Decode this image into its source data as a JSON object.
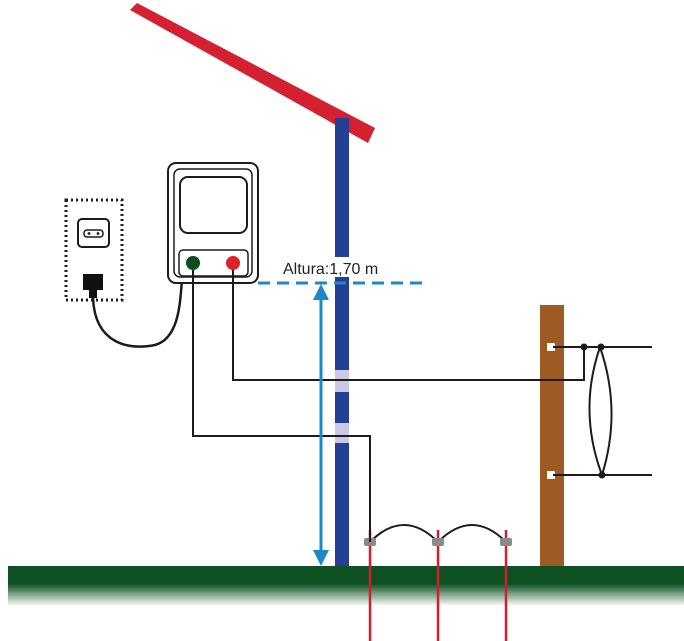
{
  "diagram": {
    "height_label": "Altura:1,70 m",
    "colors": {
      "roof": "#d42030",
      "pole": "#253f94",
      "pole_band": "#c9cbe6",
      "fence_post": "#9d5a22",
      "ground": "#0e5224",
      "ground_rod": "#d11f2c",
      "measure": "#1d87c8",
      "wire": "#1c1c1c",
      "terminal_ground": "#0b4d1e",
      "terminal_fence": "#e02027",
      "insulator": "#ffffff",
      "clip": "#8a8a8a"
    },
    "icons": [
      "energizer-device",
      "power-outlet",
      "power-plug",
      "roof",
      "house-pole",
      "fence-post",
      "ground-rod",
      "height-arrow"
    ]
  }
}
